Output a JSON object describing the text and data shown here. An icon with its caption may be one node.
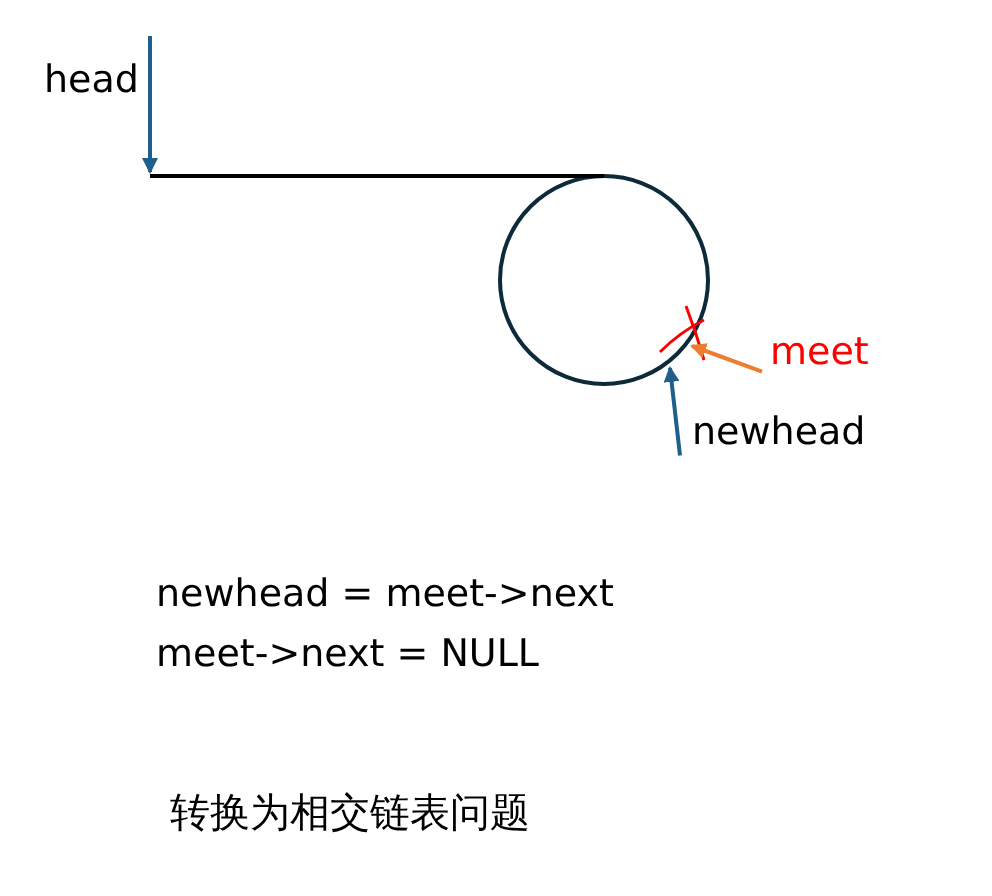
{
  "diagram": {
    "nodes": [
      {
        "text": [
          "head"
        ]
      },
      {
        "text": [],
        "shape": "circle"
      },
      {
        "text": [
          "meet"
        ]
      },
      {
        "text": [
          "newhead"
        ]
      }
    ],
    "edges": [
      {
        "from": 0,
        "to": null,
        "arrow": "to"
      },
      {
        "from": null,
        "to": 1,
        "arrow": "none",
        "color": "#000000"
      },
      {
        "from": 2,
        "to": 1,
        "arrow": "to",
        "color": "#ed7d31"
      },
      {
        "from": 3,
        "to": 1,
        "arrow": "to"
      }
    ],
    "labels": [
      "newhead = meet->next",
      "meet->next = NULL",
      "转换为相交链表问题"
    ]
  }
}
